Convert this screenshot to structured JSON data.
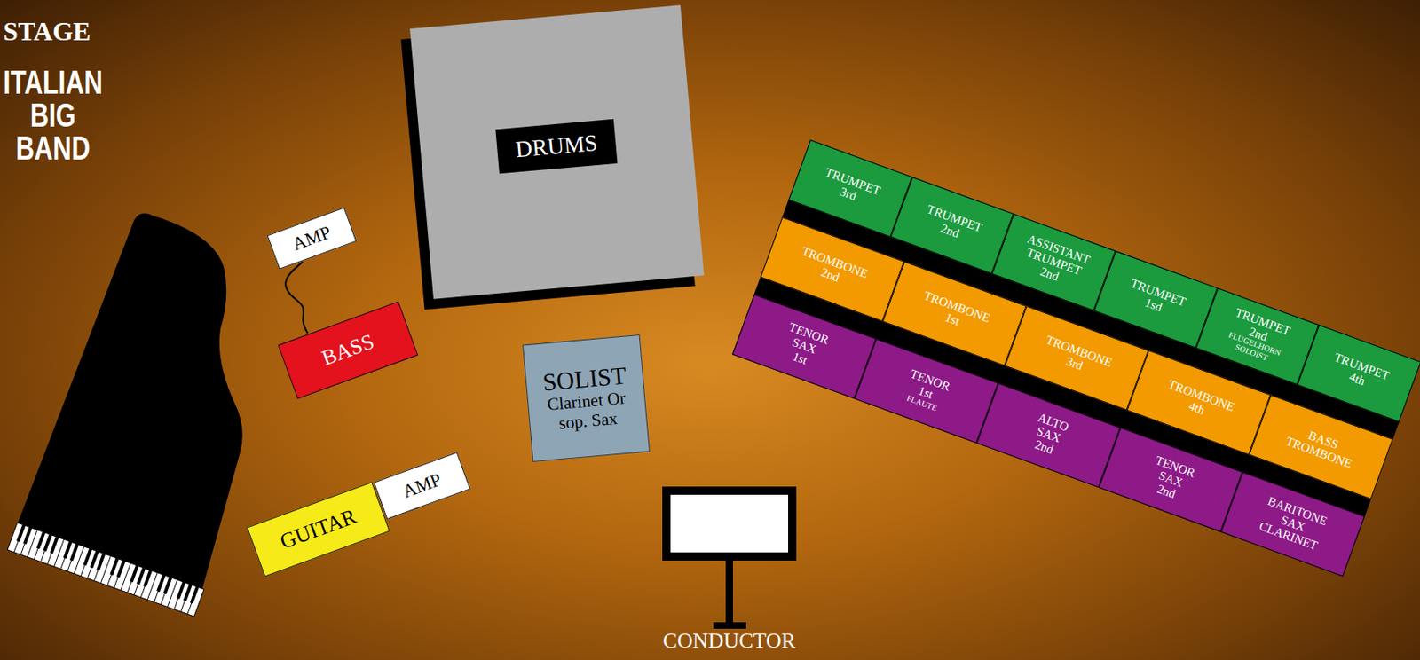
{
  "diagram": {
    "title": "STAGE",
    "nodes": [
      {
        "text": [
          "DRUMS"
        ]
      },
      {
        "text": [
          "AMP"
        ]
      },
      {
        "text": [
          "BASS"
        ]
      },
      {
        "text": [
          "SOLIST",
          "Clarinet Or sop. Sax"
        ]
      },
      {
        "text": [
          "AMP"
        ]
      },
      {
        "text": [
          "GUITAR"
        ]
      },
      {
        "text": [
          "CONDUCTOR"
        ]
      },
      {
        "text": [
          "TRUMPET 3rd"
        ]
      },
      {
        "text": [
          "TRUMPET 2nd"
        ]
      },
      {
        "text": [
          "ASSISTANT TRUMPET 2nd"
        ]
      },
      {
        "text": [
          "TRUMPET 1sd"
        ]
      },
      {
        "text": [
          "TRUMPET 2nd",
          "FLUGELHORN SOLOIST"
        ]
      },
      {
        "text": [
          "TRUMPET 4th"
        ]
      },
      {
        "text": [
          "TROMBONE 2nd"
        ]
      },
      {
        "text": [
          "TROMBONE 1st"
        ]
      },
      {
        "text": [
          "TROMBONE 3rd"
        ]
      },
      {
        "text": [
          "TROMBONE 4th"
        ]
      },
      {
        "text": [
          "BASS TROMBONE"
        ]
      },
      {
        "text": [
          "TENOR SAX 1st"
        ]
      },
      {
        "text": [
          "TENOR 1st",
          "FLAUTE"
        ]
      },
      {
        "text": [
          "ALTO SAX 2nd"
        ]
      },
      {
        "text": [
          "TENOR SAX 2nd"
        ]
      },
      {
        "text": [
          "BARITONE SAX CLARINET"
        ]
      }
    ],
    "edges": [
      {
        "from": 1,
        "to": 2,
        "arrow": "none"
      }
    ],
    "labels": [
      "ITALIAN BIG BAND"
    ]
  }
}
